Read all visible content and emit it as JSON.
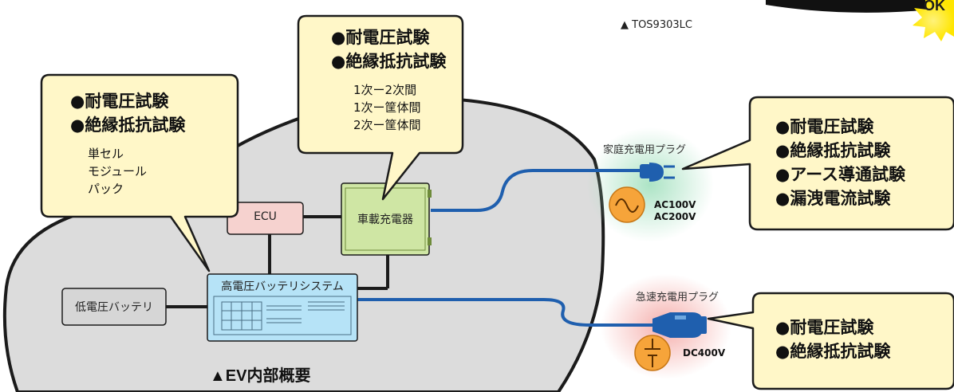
{
  "model_caption": "▲ TOS9303LC",
  "ok_badge": "OK",
  "callouts": {
    "left": {
      "tests": [
        "●耐電圧試験",
        "●絶縁抵抗試験"
      ],
      "items": [
        "単セル",
        "モジュール",
        "パック"
      ]
    },
    "center": {
      "tests": [
        "●耐電圧試験",
        "●絶縁抵抗試験"
      ],
      "items": [
        "1次ー2次間",
        "1次ー筐体間",
        "2次ー筐体間"
      ]
    },
    "right_top": {
      "tests": [
        "●耐電圧試験",
        "●絶縁抵抗試験",
        "●アース導通試験",
        "●漏洩電流試験"
      ]
    },
    "right_bottom": {
      "tests": [
        "●耐電圧試験",
        "●絶縁抵抗試験"
      ]
    }
  },
  "components": {
    "ecu": "ECU",
    "charger": "車載充電器",
    "hv_battery": "高電圧バッテリシステム",
    "lv_battery": "低電圧バッテリ"
  },
  "plugs": {
    "home": {
      "label": "家庭充電用プラグ",
      "voltages": [
        "AC100V",
        "AC200V"
      ]
    },
    "fast": {
      "label": "急速充電用プラグ",
      "voltages": [
        "DC400V"
      ]
    }
  },
  "figure_caption": "▲EV内部概要",
  "colors": {
    "car_body": "#dcdcdc",
    "callout_fill": "#fff7c8",
    "ecu_fill": "#f6d2cf",
    "charger_fill": "#cfe6a4",
    "battery_fill": "#b6e3f7",
    "lv_fill": "#d6d6d6",
    "cable": "#1f5fae",
    "ac_glow": "#a8e2c2",
    "dc_glow": "#f4a9a6",
    "source_circle": "#f6a43a"
  }
}
